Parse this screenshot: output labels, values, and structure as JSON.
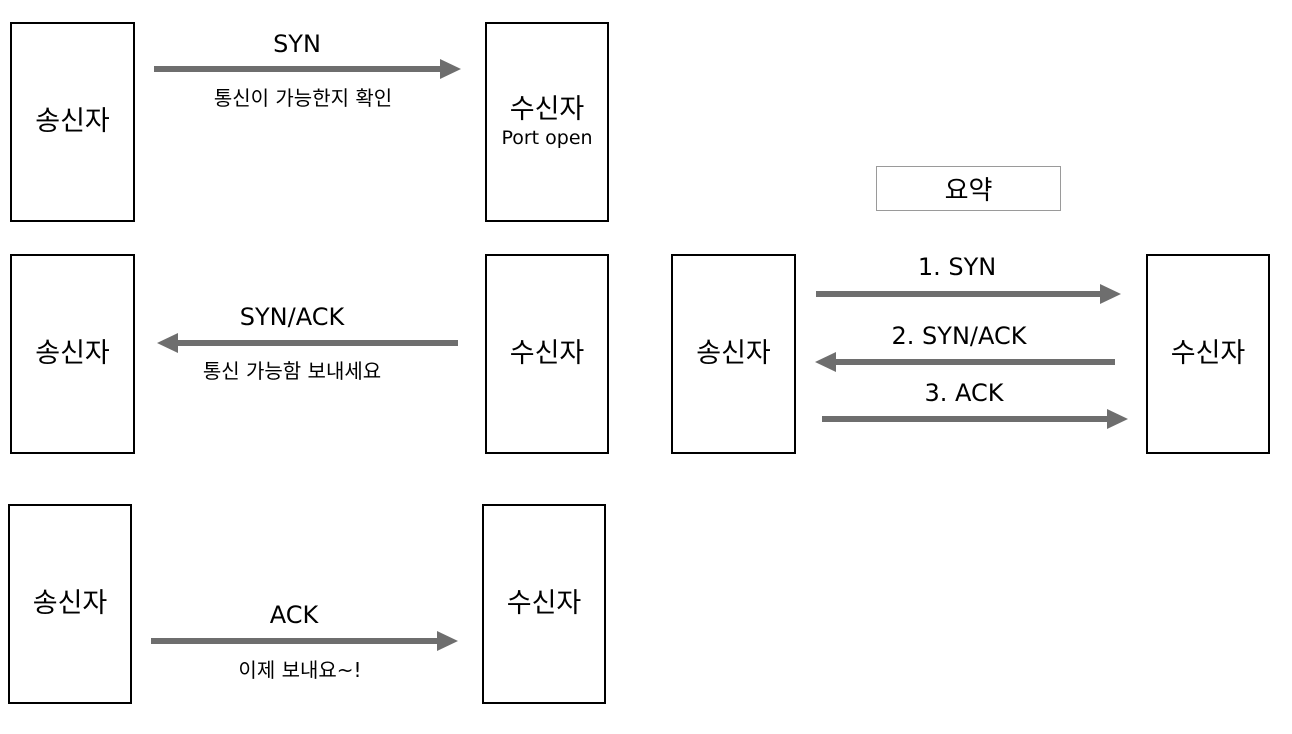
{
  "step1": {
    "sender": "송신자",
    "receiver": "수신자",
    "receiver_sub": "Port open",
    "message": "SYN",
    "description": "통신이 가능한지 확인"
  },
  "step2": {
    "sender": "송신자",
    "receiver": "수신자",
    "message": "SYN/ACK",
    "description": "통신 가능함 보내세요"
  },
  "step3": {
    "sender": "송신자",
    "receiver": "수신자",
    "message": "ACK",
    "description": "이제 보내요~!"
  },
  "summary": {
    "title": "요약",
    "sender": "송신자",
    "receiver": "수신자",
    "steps": [
      "1. SYN",
      "2. SYN/ACK",
      "3. ACK"
    ]
  },
  "colors": {
    "arrow": "#6e6e6e",
    "box_border": "#000000",
    "summary_border": "#9a9a9a"
  }
}
